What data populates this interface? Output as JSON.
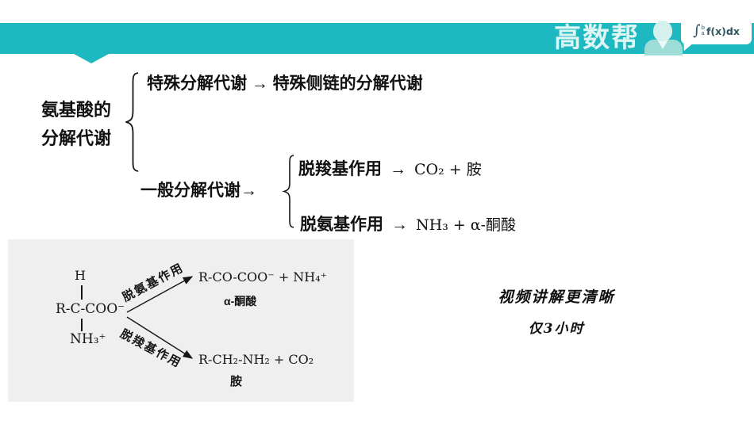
{
  "header": {
    "brand": "高数帮",
    "formula_card": {
      "integral": "∫",
      "upper_limit": "b",
      "lower_limit": "a",
      "body": "f(x)dx"
    }
  },
  "colors": {
    "teal": "#1db8c0",
    "mint_body": "#9edcd7",
    "mint_head": "#d5f1ed",
    "card_text": "#2f5560",
    "box_bg": "#efefef",
    "text": "#161616"
  },
  "outline": {
    "root_line1": "氨基酸的",
    "root_line2": "分解代谢",
    "branch1": "特殊分解代谢 → 特殊侧链的分解代谢",
    "branch2_label": "一般分解代谢→",
    "sub1_label": "脱羧基作用",
    "sub1_arrow": "→",
    "sub1_formula": "CO₂ + 胺",
    "sub2_label": "脱氨基作用",
    "sub2_arrow": "→",
    "sub2_formula": "NH₃ + α-酮酸"
  },
  "reaction": {
    "substrate_top": "H",
    "substrate_mid": "R-C-COO⁻",
    "substrate_bottom": "NH₃⁺",
    "deamination_label": "脱氨基作用",
    "deamination_product": "R-CO-COO⁻ + NH₄⁺",
    "deamination_product_name": "α-酮酸",
    "decarboxylation_label": "脱羧基作用",
    "decarboxylation_product": "R-CH₂-NH₂ + CO₂",
    "decarboxylation_product_name": "胺"
  },
  "promo": {
    "line1": "视频讲解更清晰",
    "line2": "仅3小时"
  }
}
